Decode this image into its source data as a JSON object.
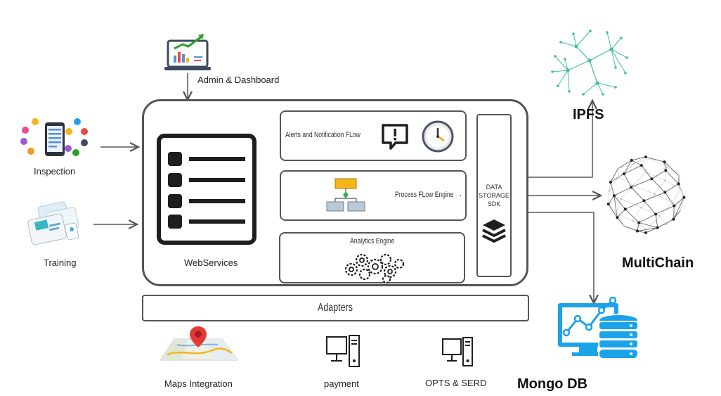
{
  "inputs": {
    "admin_dashboard": "Admin & Dashboard",
    "inspection": "Inspection",
    "training": "Training"
  },
  "core": {
    "webservices": "WebServices",
    "alerts": "Alerts and Notification FLow",
    "process": "Process FLow Engine",
    "process_mark": ".",
    "analytics": "Analytics Engine",
    "sdk_line1": "DATA",
    "sdk_line2": "STORAGE",
    "sdk_line3": "SDK",
    "adapters": "Adapters"
  },
  "integrations": {
    "maps": "Maps Integration",
    "payment": "payment",
    "opts": "OPTS & SERD"
  },
  "storage": {
    "ipfs": "IPFS",
    "multichain": "MultiChain",
    "mongo": "Mongo DB"
  },
  "colors": {
    "border": "#555555",
    "ipfs_green": "#3fbf9a",
    "mongo_blue": "#1aa3e8",
    "process_yellow": "#f5b51b",
    "process_blue": "#b9c9d8",
    "chart_green": "#2aa02a",
    "pin_red": "#e53935"
  }
}
